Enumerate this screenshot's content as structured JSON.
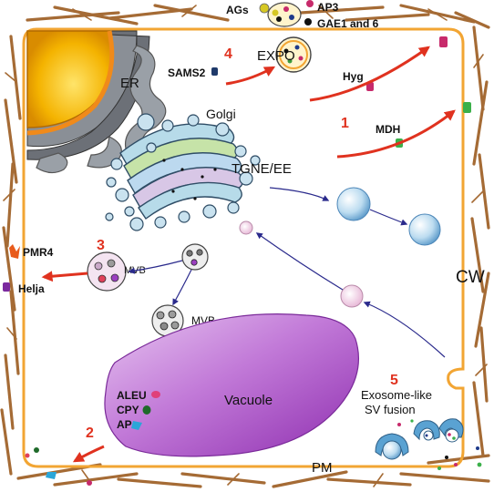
{
  "labels": {
    "ags": "AGs",
    "ap3": "AP3",
    "gae": "GAE1 and 6",
    "expo": "EXPO",
    "sams2": "SAMS2",
    "er": "ER",
    "hyg": "Hyg",
    "golgi": "Golgi",
    "mdh": "MDH",
    "tgne": "TGNE/EE",
    "pmr4": "PMR4",
    "helja": "Helja",
    "mvb_upper": "MVB",
    "mvb_lower": "MVB",
    "cw": "CW",
    "vacuole": "Vacuole",
    "aleu": "ALEU",
    "cpy": "CPY",
    "ap": "AP",
    "exosome_line1": "Exosome-like",
    "exosome_line2": "SV fusion",
    "pm": "PM"
  },
  "pathway_numbers": {
    "n1": "1",
    "n2": "2",
    "n3": "3",
    "n4": "4",
    "n5": "5"
  },
  "colors": {
    "membrane": "#f2a533",
    "cell_wall": "#a56b35",
    "vacuole": "#b855cf",
    "red_arrow": "#e0321f",
    "blue_arrow": "#2a2a8c",
    "vesicle": "#a9d0ea",
    "nucleus": "#f4b300",
    "er": "#7b7f86"
  }
}
